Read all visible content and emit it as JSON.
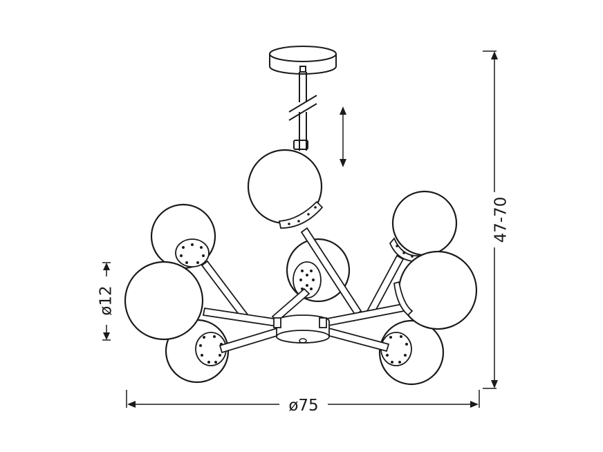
{
  "dimensions": {
    "width_label": "ø75",
    "height_label": "47-70",
    "globe_label": "ø12"
  },
  "colors": {
    "line": "#1a1a1a",
    "background": "#ffffff"
  },
  "product": {
    "globe_count": 8
  }
}
